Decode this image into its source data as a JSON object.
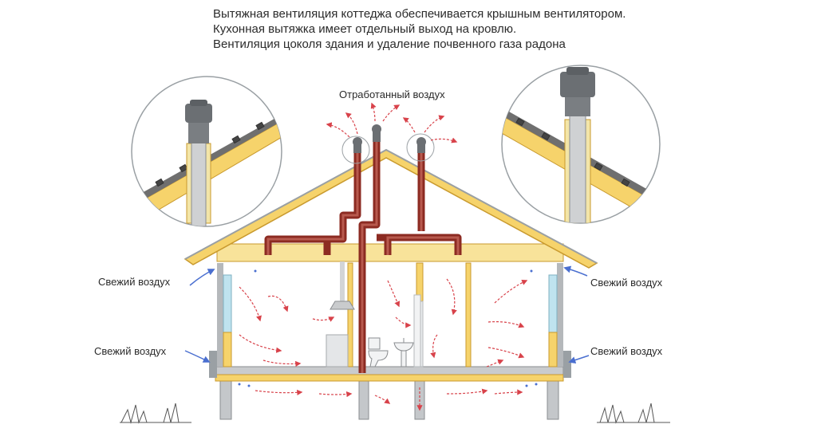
{
  "caption": {
    "line1": "Вытяжная вентиляция коттеджа обеспечивается крышным вентилятором.",
    "line2": "Кухонная вытяжка имеет отдельный выход на кровлю.",
    "line3": "Вентиляция цоколя здания и удаление почвенного газа радона"
  },
  "labels": {
    "exhaust_air": "Отработанный воздух",
    "fresh_air_left_upper": "Свежий воздух",
    "fresh_air_left_lower": "Свежий воздух",
    "fresh_air_right_upper": "Свежий воздух",
    "fresh_air_right_lower": "Свежий воздух"
  },
  "colors": {
    "duct": "#8c2b22",
    "fresh_arrow": "#4a6fd0",
    "exhaust_arrow": "#d8424a",
    "timber": "#f6d36b",
    "roof_edge": "#d9a43a",
    "wall_glass": "#bfe3ef",
    "structure_gray": "#b5b8bb"
  },
  "icons": [
    "roof-fan-icon",
    "toilet-icon",
    "sink-icon",
    "kitchen-hood-icon",
    "grass-icon"
  ]
}
